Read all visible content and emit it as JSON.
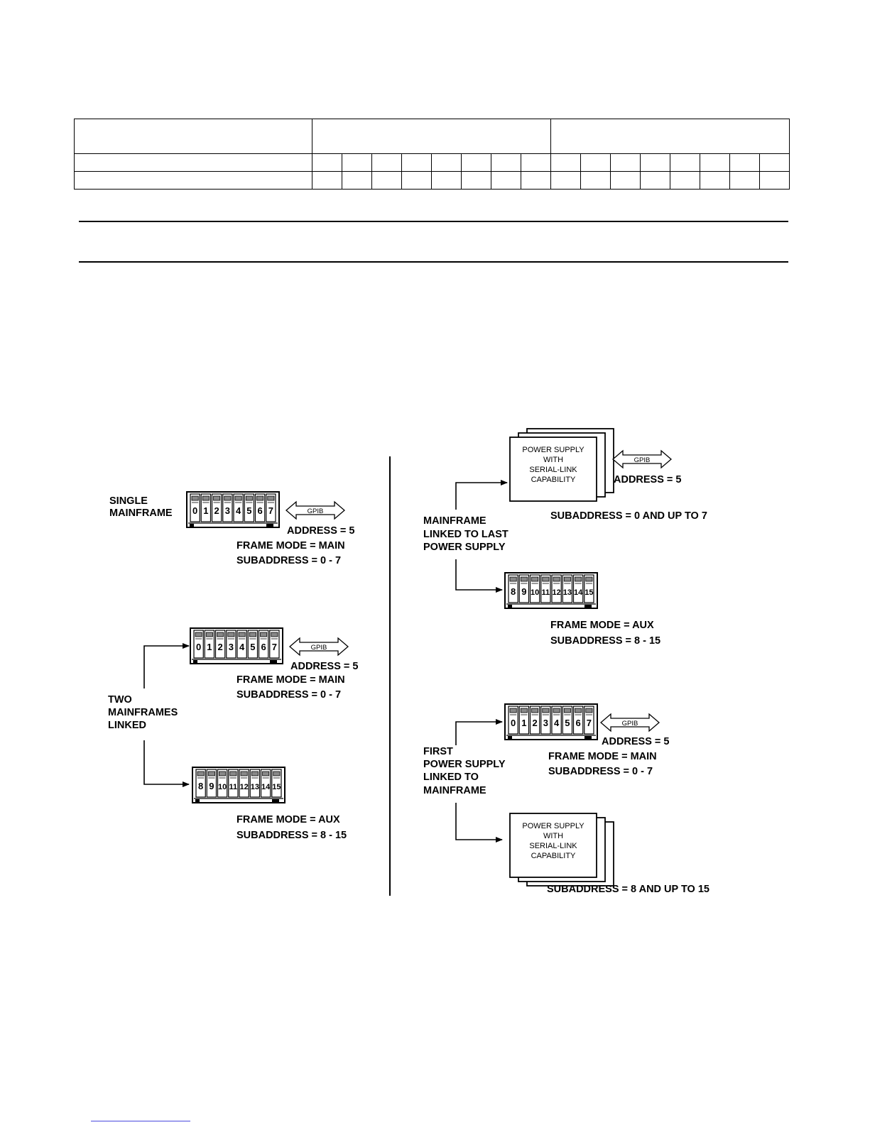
{
  "table": {
    "header_row_cells": 3,
    "detail_columns": 16,
    "detail_rows": 2
  },
  "diagram": {
    "gpib_label": "GPIB",
    "single_mainframe": {
      "label_lines": [
        "SINGLE",
        "MAINFRAME"
      ],
      "slots": [
        "0",
        "1",
        "2",
        "3",
        "4",
        "5",
        "6",
        "7"
      ],
      "address": "ADDRESS = 5",
      "frame_mode": "FRAME MODE = MAIN",
      "subaddress": "SUBADDRESS = 0 - 7"
    },
    "two_mainframes_linked": {
      "label_lines": [
        "TWO",
        "MAINFRAMES",
        "LINKED"
      ],
      "main": {
        "slots": [
          "0",
          "1",
          "2",
          "3",
          "4",
          "5",
          "6",
          "7"
        ],
        "address": "ADDRESS = 5",
        "frame_mode": "FRAME MODE = MAIN",
        "subaddress": "SUBADDRESS = 0 - 7"
      },
      "aux": {
        "slots": [
          "8",
          "9",
          "10",
          "11",
          "12",
          "13",
          "14",
          "15"
        ],
        "frame_mode": "FRAME MODE = AUX",
        "subaddress": "SUBADDRESS = 8 - 15"
      }
    },
    "mainframe_linked_to_last_power_supply": {
      "label_lines": [
        "MAINFRAME",
        "LINKED TO LAST",
        "POWER SUPPLY"
      ],
      "power_supply_lines": [
        "POWER SUPPLY",
        "WITH",
        "SERIAL-LINK",
        "CAPABILITY"
      ],
      "address": "ADDRESS = 5",
      "ps_subaddress": "SUBADDRESS = 0 AND UP TO 7",
      "aux": {
        "slots": [
          "8",
          "9",
          "10",
          "11",
          "12",
          "13",
          "14",
          "15"
        ],
        "frame_mode": "FRAME MODE = AUX",
        "subaddress": "SUBADDRESS = 8 - 15"
      }
    },
    "first_power_supply_linked_to_mainframe": {
      "label_lines": [
        "FIRST",
        "POWER SUPPLY",
        "LINKED TO",
        "MAINFRAME"
      ],
      "main": {
        "slots": [
          "0",
          "1",
          "2",
          "3",
          "4",
          "5",
          "6",
          "7"
        ],
        "address": "ADDRESS = 5",
        "frame_mode": "FRAME MODE = MAIN",
        "subaddress": "SUBADDRESS = 0 - 7"
      },
      "power_supply_lines": [
        "POWER SUPPLY",
        "WITH",
        "SERIAL-LINK",
        "CAPABILITY"
      ],
      "ps_subaddress": "SUBADDRESS = 8 AND UP TO 15"
    }
  }
}
